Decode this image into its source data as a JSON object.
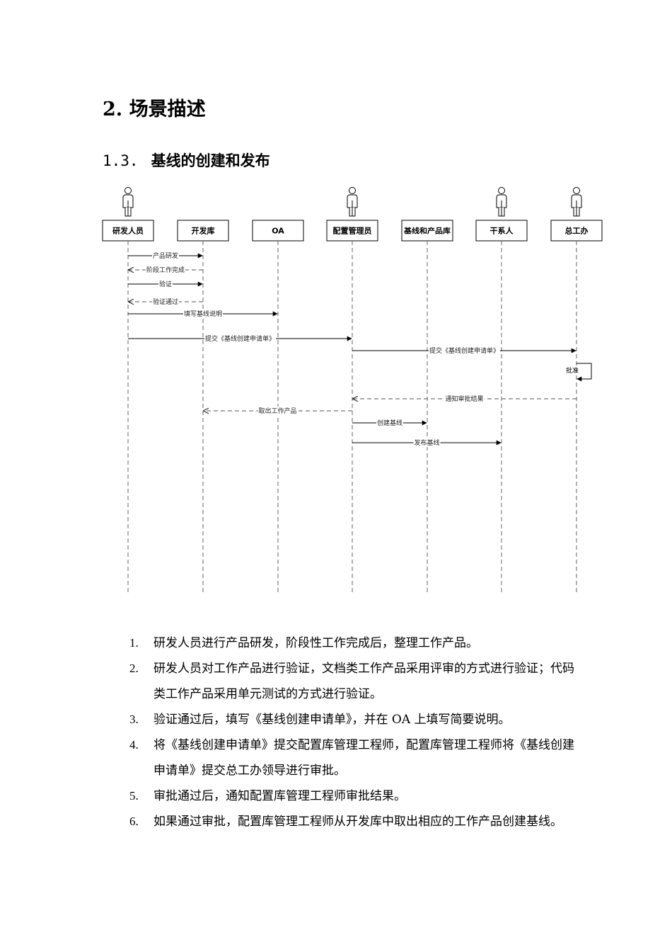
{
  "heading": {
    "number": "2.",
    "title": "场景描述"
  },
  "subheading": {
    "number": "1.3.",
    "title": "基线的创建和发布"
  },
  "diagram": {
    "lifelines": [
      {
        "id": "dev",
        "label": "研发人员",
        "actor": true
      },
      {
        "id": "devlib",
        "label": "开发库",
        "actor": false
      },
      {
        "id": "oa",
        "label": "OA",
        "actor": false
      },
      {
        "id": "cm",
        "label": "配置管理员",
        "actor": true
      },
      {
        "id": "baselib",
        "label": "基线和产品库",
        "actor": false
      },
      {
        "id": "stake",
        "label": "干系人",
        "actor": true
      },
      {
        "id": "chief",
        "label": "总工办",
        "actor": true
      }
    ],
    "messages": [
      {
        "from": "dev",
        "to": "devlib",
        "label": "产品研发",
        "dashed": false
      },
      {
        "from": "devlib",
        "to": "dev",
        "label": "阶段工作完成",
        "dashed": true
      },
      {
        "from": "dev",
        "to": "devlib",
        "label": "验证",
        "dashed": false
      },
      {
        "from": "devlib",
        "to": "dev",
        "label": "验证通过",
        "dashed": true
      },
      {
        "from": "dev",
        "to": "oa",
        "label": "填写基线说明",
        "dashed": false
      },
      {
        "from": "dev",
        "to": "cm",
        "label": "提交《基线创建申请单》",
        "dashed": false
      },
      {
        "from": "cm",
        "to": "chief",
        "label": "提交《基线创建申请单》",
        "dashed": false
      },
      {
        "from": "chief",
        "to": "chief",
        "label": "批准",
        "dashed": false
      },
      {
        "from": "chief",
        "to": "cm",
        "label": "通知审批结果",
        "dashed": true
      },
      {
        "from": "cm",
        "to": "devlib",
        "label": "取出工作产品",
        "dashed": true
      },
      {
        "from": "cm",
        "to": "baselib",
        "label": "创建基线",
        "dashed": false
      },
      {
        "from": "cm",
        "to": "stake",
        "label": "发布基线",
        "dashed": false
      }
    ]
  },
  "steps": [
    {
      "num": "1.",
      "text": "研发人员进行产品研发，阶段性工作完成后，整理工作产品。"
    },
    {
      "num": "2.",
      "text": "研发人员对工作产品进行验证，文档类工作产品采用评审的方式进行验证；代码类工作产品采用单元测试的方式进行验证。"
    },
    {
      "num": "3.",
      "text": "验证通过后，填写《基线创建申请单》，并在 OA 上填写简要说明。"
    },
    {
      "num": "4.",
      "text": "将《基线创建申请单》提交配置库管理工程师，配置库管理工程师将《基线创建申请单》提交总工办领导进行审批。"
    },
    {
      "num": "5.",
      "text": "审批通过后，通知配置库管理工程师审批结果。"
    },
    {
      "num": "6.",
      "text": "如果通过审批，配置库管理工程师从开发库中取出相应的工作产品创建基线。"
    }
  ]
}
